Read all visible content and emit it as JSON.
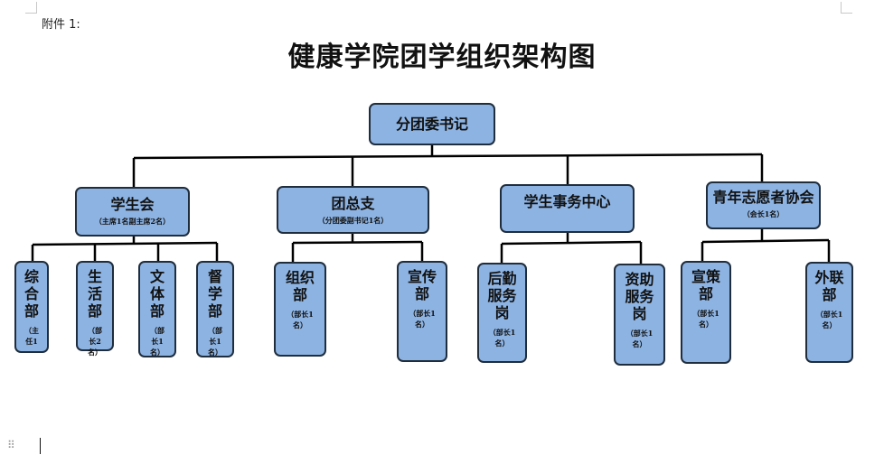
{
  "page": {
    "attachment": "附件 1:",
    "title": "健康学院团学组织架构图"
  },
  "root": {
    "label": "分团委书记"
  },
  "departments": [
    {
      "label": "学生会",
      "note": "（主席1名副主席2名）",
      "children": [
        {
          "label": "综合部",
          "note": "（主任1"
        },
        {
          "label": "生活部",
          "note": "（部长2名）"
        },
        {
          "label": "文体部",
          "note": "（部长1名）"
        },
        {
          "label": "督学部",
          "note": "（部长1名）"
        }
      ]
    },
    {
      "label": "团总支",
      "note": "（分团委副书记1名）",
      "children": [
        {
          "label": "组织部",
          "note": "（部长1名）"
        },
        {
          "label": "宣传部",
          "note": "（部长1名）"
        }
      ]
    },
    {
      "label": "学生事务中心",
      "note": "",
      "children": [
        {
          "label": "后勤服务岗",
          "note": "（部长1名）"
        },
        {
          "label": "资助服务岗",
          "note": "（部长1名）"
        }
      ]
    },
    {
      "label": "青年志愿者协会",
      "note": "（会长1名）",
      "children": [
        {
          "label": "宣策部",
          "note": "（部长1名）"
        },
        {
          "label": "外联部",
          "note": "（部长1名）"
        }
      ]
    }
  ]
}
